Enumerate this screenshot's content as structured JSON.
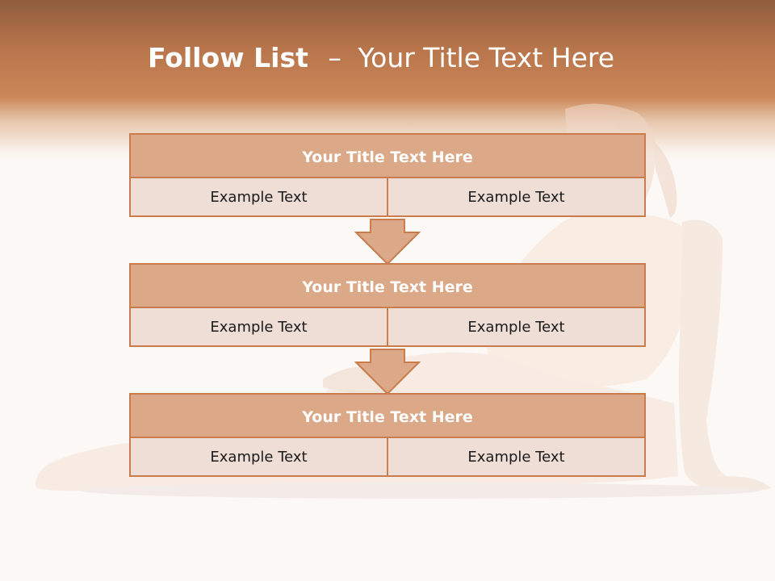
{
  "slide": {
    "title_bold": "Follow List",
    "title_sep": "–",
    "title_rest": "Your Title Text Here"
  },
  "blocks": [
    {
      "title": "Your Title Text Here",
      "cells": [
        "Example Text",
        "Example Text"
      ]
    },
    {
      "title": "Your Title Text Here",
      "cells": [
        "Example Text",
        "Example Text"
      ]
    },
    {
      "title": "Your Title Text Here",
      "cells": [
        "Example Text",
        "Example Text"
      ]
    }
  ],
  "colors": {
    "header": "#c8845a",
    "block_title_fill": "#dba888",
    "block_border": "#c97c4c",
    "cell_fill": "#efded5",
    "arrow_fill": "#dba888"
  }
}
